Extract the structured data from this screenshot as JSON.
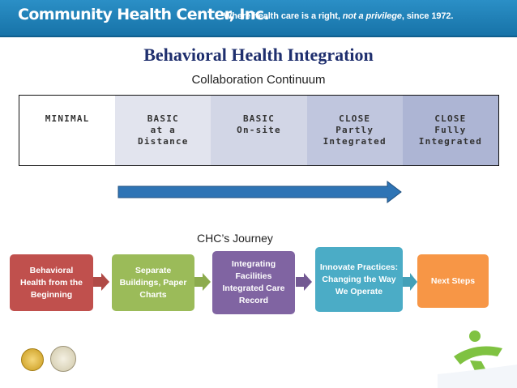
{
  "header": {
    "logo_text": "Community Health Center, Inc.",
    "tagline_prefix": "Where health care is a right, ",
    "tagline_emph": "not a privilege",
    "tagline_suffix": ", since 1972."
  },
  "title": "Behavioral Health Integration",
  "subtitle": "Collaboration Continuum",
  "continuum": [
    "MINIMAL",
    "BASIC\nat a\nDistance",
    "BASIC\nOn-site",
    "CLOSE\nPartly\nIntegrated",
    "CLOSE\nFully\nIntegrated"
  ],
  "journey_label": "CHC’s Journey",
  "journey_steps": [
    "Behavioral\nHealth from the\nBeginning",
    "Separate\nBuildings, Paper\nCharts",
    "Integrating\nFacilities\nIntegrated Care\nRecord",
    "Innovate Practices:\nChanging the Way\nWe Operate",
    "Next Steps"
  ],
  "colors": {
    "header": "#1a7fb5",
    "title": "#1f2f6e",
    "arrow": "#2e74b5",
    "step1": "#c0504d",
    "step2": "#9bbb59",
    "step3": "#8064a2",
    "step4": "#4bacc6",
    "step5": "#f79646"
  }
}
